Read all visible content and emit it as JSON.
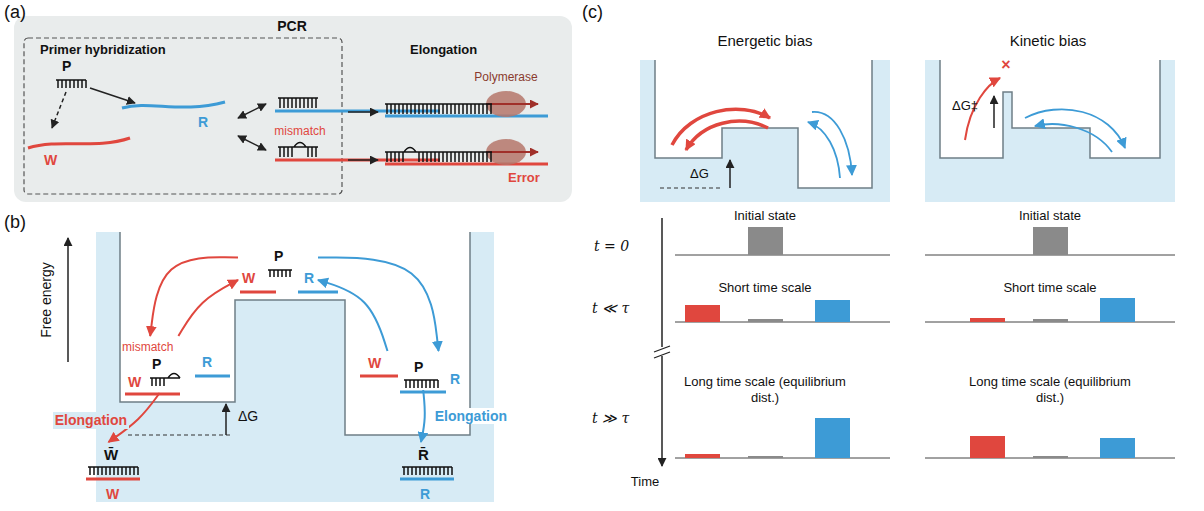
{
  "diagram": {
    "nodes": [
      {
        "text": [
          "P",
          "W",
          "R"
        ]
      },
      {
        "text": [
          "mismatch",
          "P",
          "W",
          "R"
        ]
      },
      {
        "text": [
          "P",
          "W",
          "R"
        ]
      },
      {
        "text": [
          "W̄",
          "W"
        ]
      },
      {
        "text": [
          "R̄",
          "R"
        ]
      }
    ],
    "edges": [
      {
        "from": 0,
        "to": 1,
        "arrow": "to"
      },
      {
        "from": 1,
        "to": 0,
        "arrow": "to"
      },
      {
        "from": 0,
        "to": 2,
        "arrow": "to"
      },
      {
        "from": 2,
        "to": 0,
        "arrow": "to"
      },
      {
        "from": 1,
        "to": 3,
        "label": "Elongation",
        "arrow": "to"
      },
      {
        "from": 2,
        "to": 4,
        "label": "Elongation",
        "arrow": "to"
      }
    ],
    "labels": [
      "(a)",
      "PCR",
      "Primer hybridization",
      "Elongation",
      "P",
      "R",
      "W",
      "mismatch",
      "Polymerase",
      "Error",
      "(b)",
      "Free energy",
      "ΔG",
      "(c)",
      "Energetic bias",
      "Kinetic bias",
      "ΔG",
      "ΔG‡",
      "×",
      "t = 0",
      "Initial state",
      "Initial state",
      "t ≪ τ",
      "Short time scale",
      "Short time scale",
      "Long time scale (equilibrium dist.)",
      "Long time scale (equilibrium dist.)",
      "t ≫ τ",
      "Time"
    ]
  }
}
